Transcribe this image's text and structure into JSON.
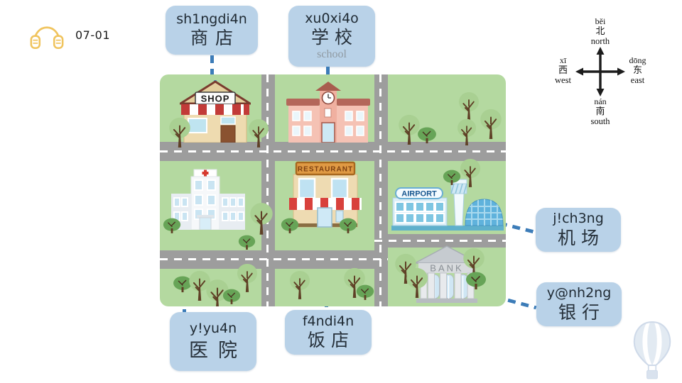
{
  "audio": {
    "track_label": "07-01",
    "icon": "headphones-icon"
  },
  "callouts": {
    "shop": {
      "pinyin": "sh1ngdi4n",
      "hanzi": "商店"
    },
    "school": {
      "pinyin": "xu0xi4o",
      "hanzi": "学校",
      "english": "school"
    },
    "hospital": {
      "pinyin": "y!yu4n",
      "hanzi": "医院"
    },
    "restaurant": {
      "pinyin": "f4ndi4n",
      "hanzi": "饭店"
    },
    "airport": {
      "pinyin": "j!ch3ng",
      "hanzi": "机场"
    },
    "bank": {
      "pinyin": "y@nh2ng",
      "hanzi": "银行"
    }
  },
  "compass": {
    "north": {
      "pinyin": "běi",
      "hanzi": "北",
      "english": "north"
    },
    "west": {
      "pinyin": "xī",
      "hanzi": "西",
      "english": "west"
    },
    "east": {
      "pinyin": "dōng",
      "hanzi": "东",
      "english": "east"
    },
    "south": {
      "pinyin": "nán",
      "hanzi": "南",
      "english": "south"
    }
  },
  "map_signs": {
    "shop": "SHOP",
    "restaurant": "RESTAURANT",
    "airport": "AIRPORT",
    "bank": "BANK"
  },
  "colors": {
    "callout_bg": "#b9d2e8",
    "connector_blue": "#3c7cb8",
    "grass_green": "#b4d9a0",
    "road_gray": "#9d9d9d",
    "audio_icon_yellow": "#f0c45e"
  }
}
